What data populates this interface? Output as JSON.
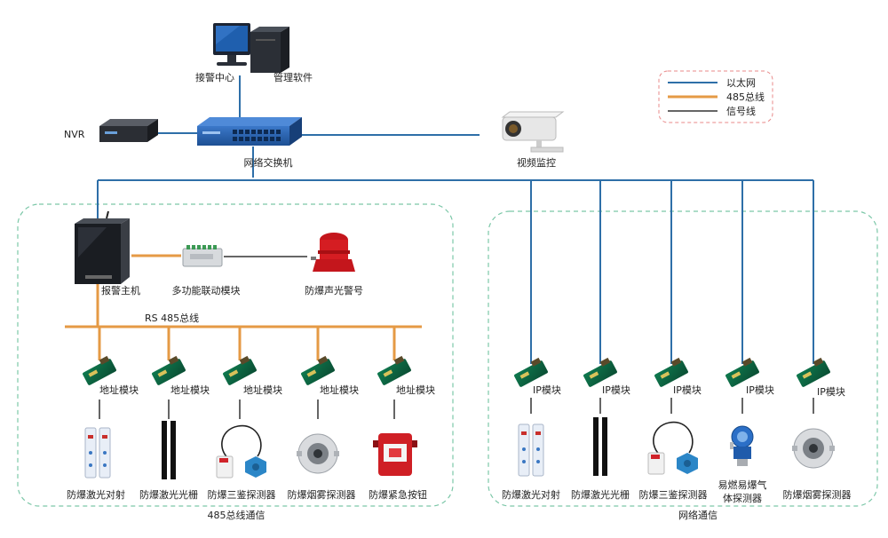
{
  "top": {
    "alarm_center": "接警中心",
    "mgmt_software": "管理软件",
    "nvr": "NVR",
    "switch": "网络交换机",
    "camera": "视频监控"
  },
  "legend": {
    "ethernet": "以太网",
    "bus485": "485总线",
    "signal": "信号线",
    "colors": {
      "ethernet": "#2e6fa8",
      "bus485": "#e59a45",
      "signal": "#333333",
      "border": "#e88a8a"
    }
  },
  "left_group": {
    "alarm_host": "报警主机",
    "linkage_module": "多功能联动模块",
    "alarm_light": "防爆声光警号",
    "bus_label": "RS 485总线",
    "caption": "485总线通信",
    "modules": [
      "地址模块",
      "地址模块",
      "地址模块",
      "地址模块",
      "地址模块"
    ],
    "devices": [
      "防爆激光对射",
      "防爆激光光栅",
      "防爆三鉴探测器",
      "防爆烟雾探测器",
      "防爆紧急按钮"
    ]
  },
  "right_group": {
    "caption": "网络通信",
    "modules": [
      "IP模块",
      "IP模块",
      "IP模块",
      "IP模块",
      "IP模块"
    ],
    "devices": [
      "防爆激光对射",
      "防爆激光光栅",
      "防爆三鉴探测器",
      "易燃易爆气",
      "防爆烟雾探测器"
    ],
    "device4_line2": "体探测器"
  }
}
